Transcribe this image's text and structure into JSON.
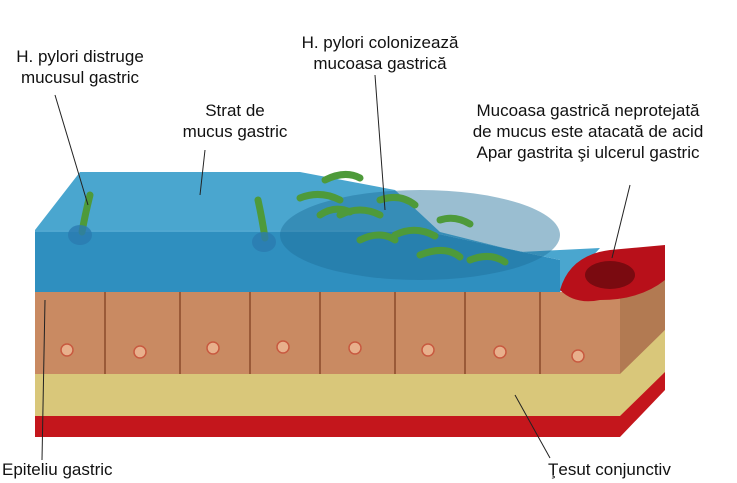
{
  "labels": {
    "destroys": [
      "H. pylori distruge",
      "mucusul gastric"
    ],
    "mucus_layer": [
      "Strat de",
      "mucus gastric"
    ],
    "colonizes": [
      "H. pylori colonizează",
      "mucoasa gastrică"
    ],
    "acid": [
      "Mucoasa gastrică neprotejată",
      "de mucus este atacată de acid",
      "Apar gastrita şi ulcerul gastric"
    ],
    "epithelium": "Epiteliu gastric",
    "connective": "Ţesut conjunctiv"
  },
  "colors": {
    "mucus": "#3f9fc9",
    "epithelium": "#c98a62",
    "connective": "#d9c77a",
    "blood": "#c4161c",
    "bacteria": "#4e9a3a"
  }
}
